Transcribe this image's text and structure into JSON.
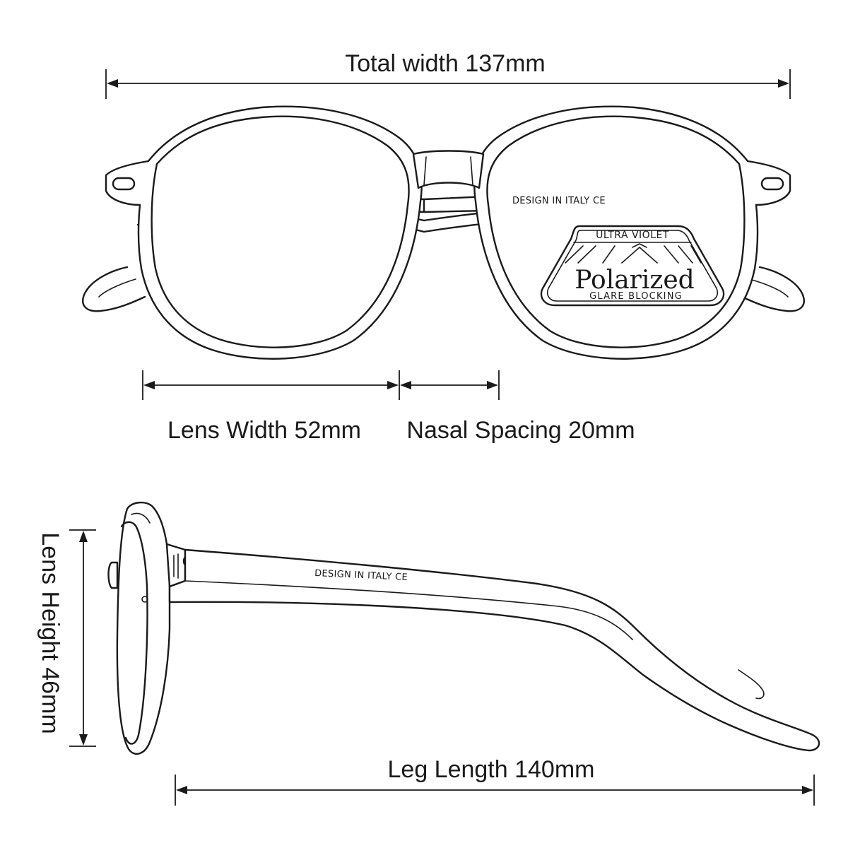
{
  "dimensions": {
    "total_width": "Total width 137mm",
    "lens_width": "Lens Width 52mm",
    "nasal_spacing": "Nasal Spacing 20mm",
    "lens_height": "Lens Height 46mm",
    "leg_length": "Leg Length 140mm"
  },
  "temple_text_front": "DESIGN IN ITALY CE",
  "temple_text_side": "DESIGN IN ITALY CE",
  "badge": {
    "top": "ULTRA VIOLET",
    "main": "Polarized",
    "sub": "GLARE BLOCKING"
  },
  "icons": {
    "glasses_front": "eyeglasses-front-view",
    "glasses_side": "eyeglasses-side-view",
    "badge": "polarized-badge"
  },
  "colors": {
    "ink": "#1a1a1a",
    "background": "#ffffff"
  }
}
